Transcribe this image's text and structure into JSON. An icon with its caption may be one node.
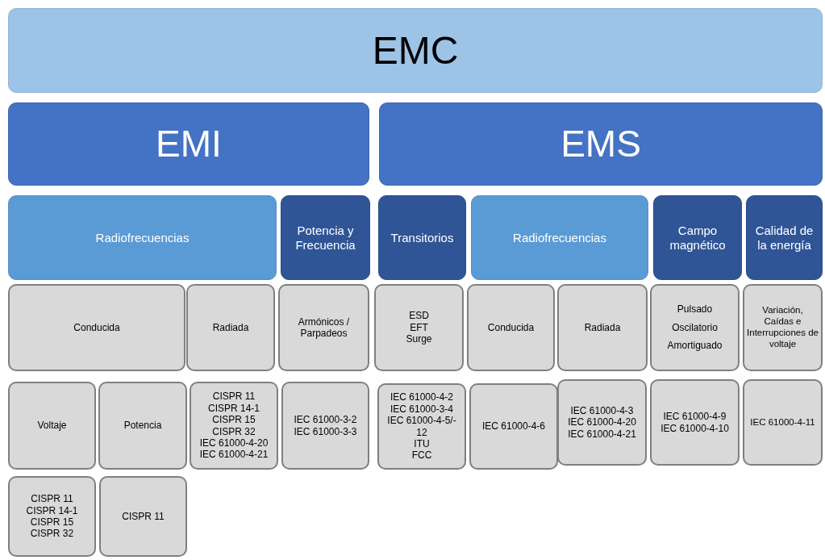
{
  "diagram": {
    "nodes": [
      {
        "text": [
          "EMC"
        ]
      },
      {
        "text": [
          "EMI"
        ]
      },
      {
        "text": [
          "EMS"
        ]
      },
      {
        "text": [
          "Radiofrecuencias"
        ]
      },
      {
        "text": [
          "Potencia y Frecuencia"
        ]
      },
      {
        "text": [
          "Transitorios"
        ]
      },
      {
        "text": [
          "Radiofrecuencias"
        ]
      },
      {
        "text": [
          "Campo magnético"
        ]
      },
      {
        "text": [
          "Calidad de la energía"
        ]
      },
      {
        "text": [
          "Conducida"
        ]
      },
      {
        "text": [
          "Radiada"
        ]
      },
      {
        "text": [
          "Armónicos / Parpadeos"
        ]
      },
      {
        "text": [
          "ESD",
          "EFT",
          "Surge"
        ]
      },
      {
        "text": [
          "Conducida"
        ]
      },
      {
        "text": [
          "Radiada"
        ]
      },
      {
        "text": [
          "Pulsado",
          "Oscilatorio",
          "Amortiguado"
        ]
      },
      {
        "text": [
          "Variación, Caídas e Interrupciones de voltaje"
        ]
      },
      {
        "text": [
          "Voltaje"
        ]
      },
      {
        "text": [
          "Potencia"
        ]
      },
      {
        "text": [
          "CISPR 11",
          "CISPR 14-1",
          "CISPR 15",
          "CISPR 32",
          "IEC 61000-4-20",
          "IEC 61000-4-21"
        ]
      },
      {
        "text": [
          "IEC 61000-3-2",
          "IEC 61000-3-3"
        ]
      },
      {
        "text": [
          "IEC 61000-4-2",
          "IEC 61000-3-4",
          "IEC 61000-4-5/- 12",
          "ITU",
          "FCC"
        ]
      },
      {
        "text": [
          "IEC 61000-4-6"
        ]
      },
      {
        "text": [
          "IEC 61000-4-3",
          "IEC 61000-4-20",
          "IEC 61000-4-21"
        ]
      },
      {
        "text": [
          "IEC 61000-4-9",
          "IEC 61000-4-10"
        ]
      },
      {
        "text": [
          "IEC 61000-4-11"
        ]
      },
      {
        "text": [
          "CISPR 11",
          "CISPR 14-1",
          "CISPR 15",
          "CISPR 32"
        ]
      },
      {
        "text": [
          "CISPR 11"
        ]
      }
    ]
  }
}
